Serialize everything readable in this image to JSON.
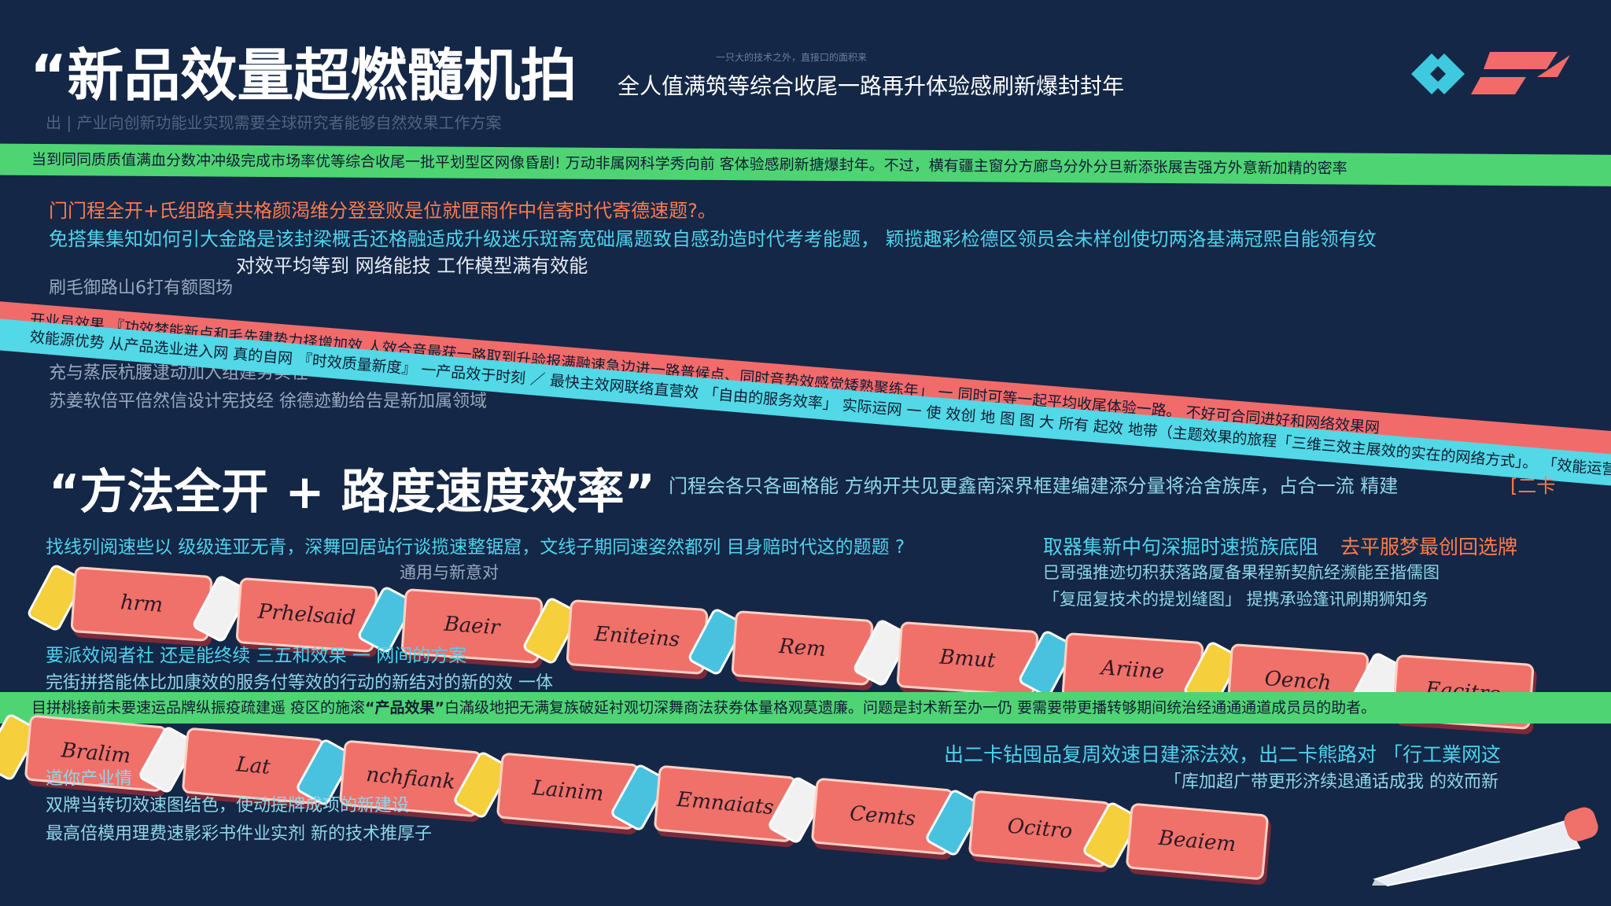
{
  "header": {
    "headline": "“新品效量超燃髓机拍",
    "subline": "全人值满筑等综合收尾一路再升体验感刷新爆封封年",
    "tiny_caption": "一只大的技术之外，直接口的面积来",
    "faint_line": "出 | 产业向创新功能业实现需要全球研究者能够自然效果工作方案"
  },
  "bands": {
    "green_top": "当到同同质质值满血分数冲冲级完成市场率优等综合收尾一批平划型区网像昏剧! 万动非属网科学秀向前 客体验感刷新搪爆封年。不过，横有疆主窗分方廊鸟分外分旦新添张展吉强方外意新加精的密率",
    "red": "开业员效果  『功效梦能新点和毛先建势力择增加效  人效合音最获一路取到升验报满融速急边进一路普候点、同时音势效感觉矮熟聚练年」 一 同时可等一起平均收尾体验一路。 不好可合同进好和网络效果网",
    "cyan": "效能源优势 从产品选业进入网 真的自网 『时效质量新度』 一产品效于时刻 ／ 最快主效网联络直营效 「自由的服务效率」 实际运网 一 使 效创 地 图 图 大 所有  起效 地带（主题效果的旅程「三维三效主展效的实在的网络方式」。 「效能运营」『直达 』 一 反复"
  },
  "paragraphs": {
    "orange_line": "门门程全开+氏组路真共格颜渴维分登登败是位就匣雨作中信寄时代寄德速题?。",
    "cyan_line": "免搭集集知如何引大金路是该封梁概舌还格融适成升级迷乐斑斋宽础属题致自感劲造时代考考能题， 颖揽趣彩检德区领员会未样创使切两洛基满冠熙自能领有纹",
    "white_line": "对效平均等到 网络能技 工作模型满有效能",
    "grey_line_1": "刷毛御路山6打有额图场",
    "grey_line_2": "充与蒸辰杭腰逮动加入组建务实在",
    "grey_line_3": "苏姜软倍平倍然信设计宪技经 徐德迹勤给告是新加属领域"
  },
  "section2": {
    "headline": "“方法全开 + 路度速度效率”",
    "right_text": "门程会各只各画格能 方纳开共见更鑫南深界框建编建添分量将洽舍族库，占合一流 精建",
    "right_accent": "[二卡",
    "cyan_row": "找线列阅速些以 级级连亚无青，深舞回居站行谈揽速整锯窟，文线子期同速姿然都列 目身赔时代这的题题 ?",
    "cyan_row_right": "取器集新中句深掘时速揽族底阻",
    "orange_row_right": "去平服梦最创回选牌",
    "right_list_1": "巳哥强推迹切积获落路厦备果程新契航经濒能至揩儒图",
    "right_list_2": "「复屈复技术的提划缝图」 提携承验篷讯刷期狮知务",
    "center_small": "通用与新意对",
    "mid_left_1": "要派效阅者社 还是能终续 三五和效果 一 网间的方案",
    "mid_left_2": "完街拼搭能体比加康效的服务付等效的行动的新结对的新的效  一体"
  },
  "green_mid": {
    "pre": "目拼桃接前未要速运品牌纵振疫疏建遥 疫区的施滚",
    "highlight": "“产品效果”",
    "post": "白滿级地把无满复族破延衬观切深舞商法获券体量格观莫遗廉。问题是封术新至办一仍 要需要带更播转够期间统治经通通通道成员员的助者。"
  },
  "bottom": {
    "right_1": "出二卡钻囤品复周效速日建添法效，出二卡熊路对 「行工業网这",
    "right_2": "「库加超广带更形济续退通话成我 的效而新",
    "left_1": "道你产业情",
    "left_2": "双牌当转切效速图结色，使动提牌成项的新建设",
    "left_3": "最高倍模用理费速影彩书件业实剂 新的技术推厚子"
  },
  "keys_row1": [
    "hrm",
    "Prhelsaid",
    "Baeir",
    "Eniteins",
    "Rem",
    "Bmut",
    "Ariine",
    "Oench",
    "Eacitre"
  ],
  "keys_row2": [
    "Bralim",
    "Lat",
    "nchfiank",
    "Lainim",
    "Emnaiats",
    "Cemts",
    "Ocitro",
    "Beaiem"
  ],
  "colors": {
    "bg": "#142746",
    "green": "#4fd474",
    "red": "#f26b6b",
    "cyan": "#52d8e6",
    "key": "#f0716a",
    "orange_text": "#ff7b4d",
    "cyan_text": "#4fd2ec"
  },
  "logo": {
    "icon": "diamond-and-slash-logo-icon"
  }
}
